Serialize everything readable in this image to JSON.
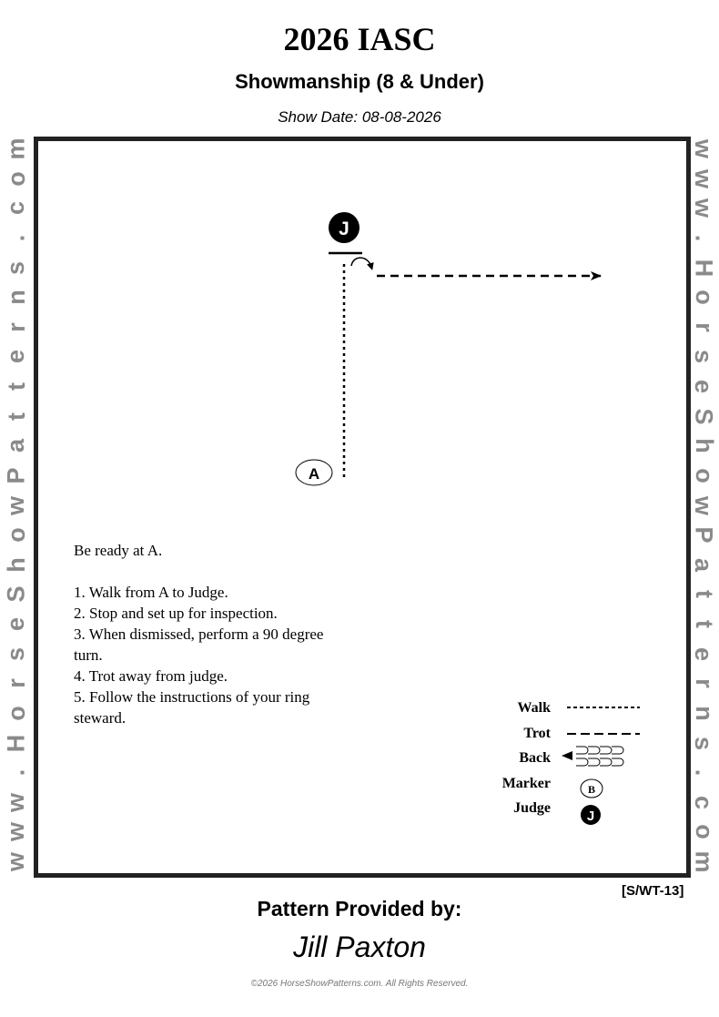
{
  "header": {
    "title": "2026 IASC",
    "class_name": "Showmanship (8 & Under)",
    "show_date": "Show Date: 08-08-2026"
  },
  "watermark": {
    "letters": [
      "w",
      "w",
      "w",
      ".",
      "H",
      "o",
      "r",
      "s",
      "e",
      "S",
      "h",
      "o",
      "w",
      "P",
      "a",
      "t",
      "t",
      "e",
      "r",
      "n",
      "s",
      ".",
      "c",
      "o",
      "m"
    ]
  },
  "pattern": {
    "judge_marker": "J",
    "start_marker": "A"
  },
  "instructions": {
    "intro": "Be ready at A.",
    "steps": [
      "1. Walk from A to Judge.",
      "2. Stop and set up for inspection.",
      "3. When dismissed, perform a 90 degree",
      "turn.",
      "4. Trot away from judge.",
      "5. Follow the instructions of  your ring",
      "steward."
    ]
  },
  "legend": {
    "walk": "Walk",
    "trot": "Trot",
    "back": "Back",
    "marker": "Marker",
    "marker_symbol": "B",
    "judge": "Judge",
    "judge_symbol": "J"
  },
  "pattern_code": "[S/WT-13]",
  "footer": {
    "provided_by": "Pattern Provided by:",
    "designer": "Jill Paxton",
    "copyright": "©2026 HorseShowPatterns.com. All Rights Reserved."
  }
}
